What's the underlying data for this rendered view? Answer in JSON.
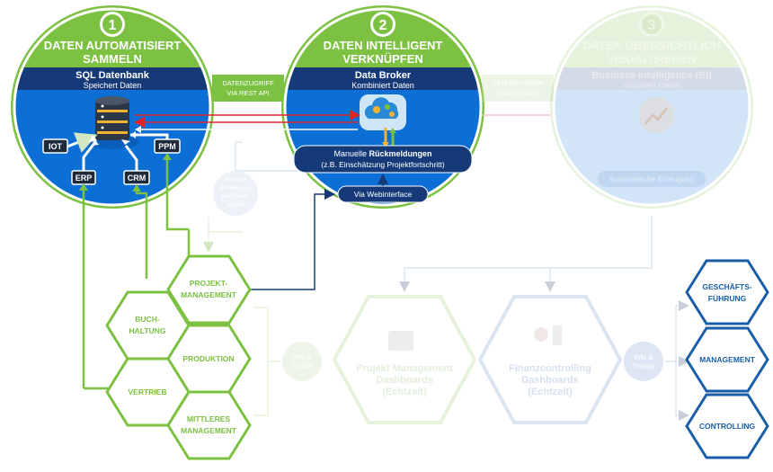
{
  "colors": {
    "green": "#7cc142",
    "blue": "#1a5ea8",
    "bright_blue": "#0b6fd6",
    "navy": "#163a78",
    "red": "#e0252b",
    "dark": "#1d2a3a",
    "faded_green": "#e6f2dc",
    "faded_blue": "#dbe5f1"
  },
  "steps": [
    {
      "number": "1",
      "title_line1": "DATEN AUTOMATISIERT",
      "title_line2": "SAMMELN",
      "sub_title": "SQL Datenbank",
      "sub_text": "Speichert Daten",
      "active": true
    },
    {
      "number": "2",
      "title_line1": "DATEN INTELLIGENT",
      "title_line2": "VERKNÜPFEN",
      "sub_title": "Data Broker",
      "sub_text": "Kombiniert Daten",
      "active": true
    },
    {
      "number": "3",
      "title_line1": "DATEN ÜBERSICHTLICH",
      "title_line2": "VISUALISIEREN",
      "sub_title": "Business Intelligence (BI)",
      "sub_text": "Visualiert Daten",
      "active": false
    }
  ],
  "sources": {
    "iot": "IOT",
    "erp": "ERP",
    "crm": "CRM",
    "ppm": "PPM"
  },
  "connectors": [
    {
      "line1": "DATENZUGRIFF",
      "line2": "VIA REST API"
    },
    {
      "line1": "DATENZUGRIFF",
      "line2": "VIA REST API"
    }
  ],
  "feedback": {
    "line1_pre": "Manuelle ",
    "line1_bold": "Rückmeldungen",
    "line2": "(z.B. Einschätzung Projektfortschritt)"
  },
  "webinterface": "Via Webinterface",
  "auto_generation": "Automatische Erzeugung",
  "reminder": [
    "Erinnert",
    "an fehlende",
    "Rückmeld-",
    "ungen"
  ],
  "dept_hexes": [
    {
      "line1": "PROJEKT-",
      "line2": "MANAGEMENT"
    },
    {
      "line1": "BUCH-",
      "line2": "HALTUNG"
    },
    {
      "line1": "PRODUKTION",
      "line2": ""
    },
    {
      "line1": "VERTRIEB",
      "line2": ""
    },
    {
      "line1": "MITTLERES",
      "line2": "MANAGEMENT"
    }
  ],
  "dashboards": [
    {
      "line1": "Projekt Management",
      "line2": "Dashboards",
      "line3": "(Echtzeit)"
    },
    {
      "line1": "Finanzcontrolling",
      "line2": "Dashboards",
      "line3": "(Echtzeit)"
    }
  ],
  "info_trends": [
    {
      "line1": "Info &",
      "line2": "Trends"
    },
    {
      "line1": "Info &",
      "line2": "Trends"
    }
  ],
  "roles": [
    {
      "line1": "GESCHÄFTS-",
      "line2": "FÜHRUNG"
    },
    {
      "line1": "MANAGEMENT",
      "line2": ""
    },
    {
      "line1": "CONTROLLING",
      "line2": ""
    }
  ]
}
